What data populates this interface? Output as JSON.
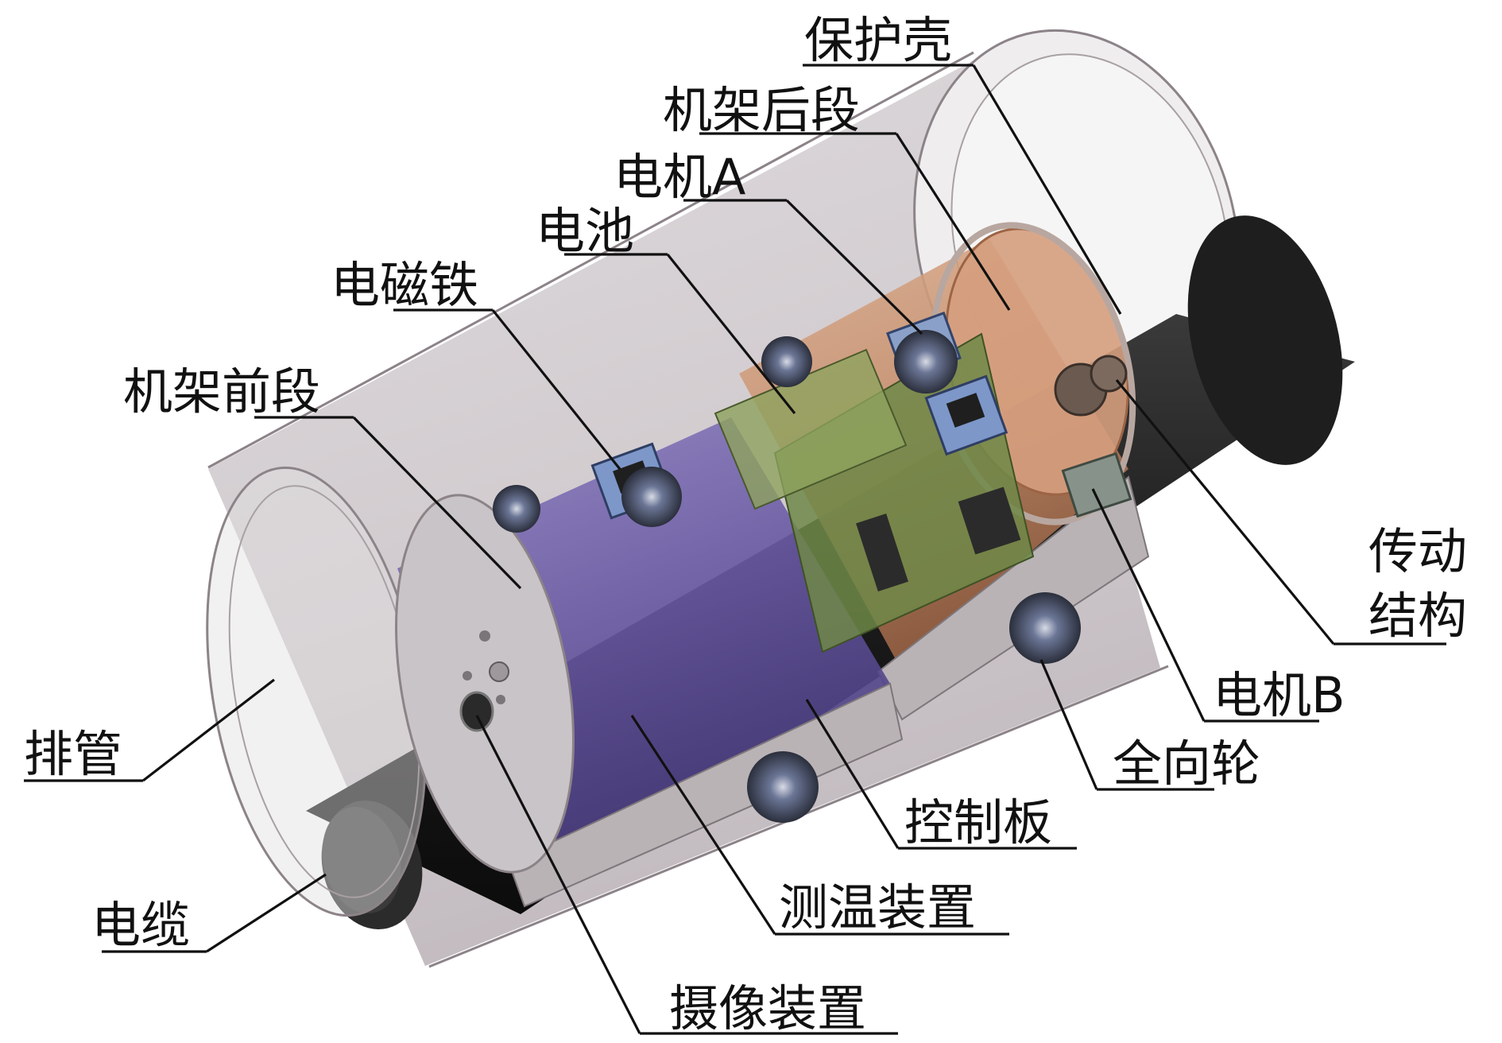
{
  "colors": {
    "pipe": "#d4cfd2",
    "pipe_edge": "#8c8388",
    "cable": "#1c1c1c",
    "front_frame": "#6f5fa8",
    "rear_frame": "#c58d68",
    "board": "#6f8848",
    "label": "#111111"
  },
  "labels": {
    "protective_shell": "保护壳",
    "frame_rear": "机架后段",
    "motor_a": "电机A",
    "battery": "电池",
    "electromagnet": "电磁铁",
    "frame_front": "机架前段",
    "transmission_line1": "传动",
    "transmission_line2": "结构",
    "motor_b": "电机B",
    "omni_wheel": "全向轮",
    "pipe": "排管",
    "control_board": "控制板",
    "temp_device": "测温装置",
    "cable": "电缆",
    "camera": "摄像装置"
  }
}
